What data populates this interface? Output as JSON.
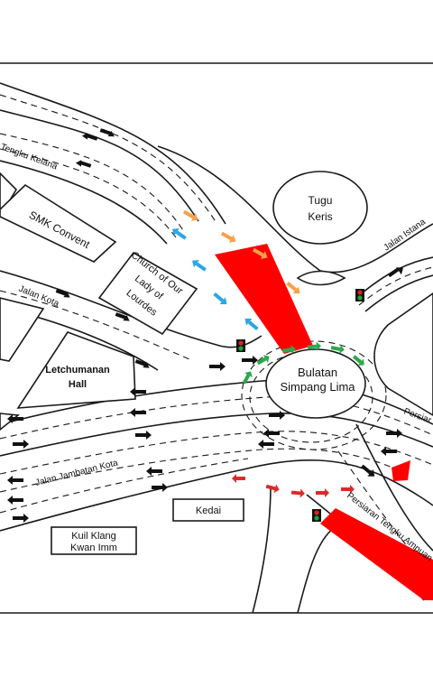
{
  "map": {
    "labels": {
      "tengku_kelana": "Tengku Kelana",
      "smk_convent": "SMK Convent",
      "church_line1": "Church of Our",
      "church_line2": "Lady of",
      "church_line3": "Lourdes",
      "jalan_kota": "Jalan Kota",
      "letchumanan_line1": "Letchumanan",
      "letchumanan_line2": "Hall",
      "tugu_line1": "Tugu",
      "tugu_line2": "Keris",
      "jalan_istana": "Jalan Istana",
      "bulatan_line1": "Bulatan",
      "bulatan_line2": "Simpang Lima",
      "persiar": "Persiar",
      "jalan_jambatan_kota": "Jalan Jambatan Kota",
      "kedai": "Kedai",
      "kuil_line1": "Kuil Klang",
      "kuil_line2": "Kwan Imm",
      "persiaran_tengku_ampuan": "Persiaran Tengku Ampuan"
    },
    "colors": {
      "closure_red": "#ff0000",
      "arrow_orange": "#f7a04a",
      "arrow_blue": "#2aa6e6",
      "arrow_green": "#2ca84c",
      "arrow_red": "#d92b2b",
      "traffic_light_red": "#e02020",
      "traffic_light_green": "#18a33a"
    },
    "icons": [
      "traffic-light-icon",
      "direction-arrow-icon"
    ]
  }
}
